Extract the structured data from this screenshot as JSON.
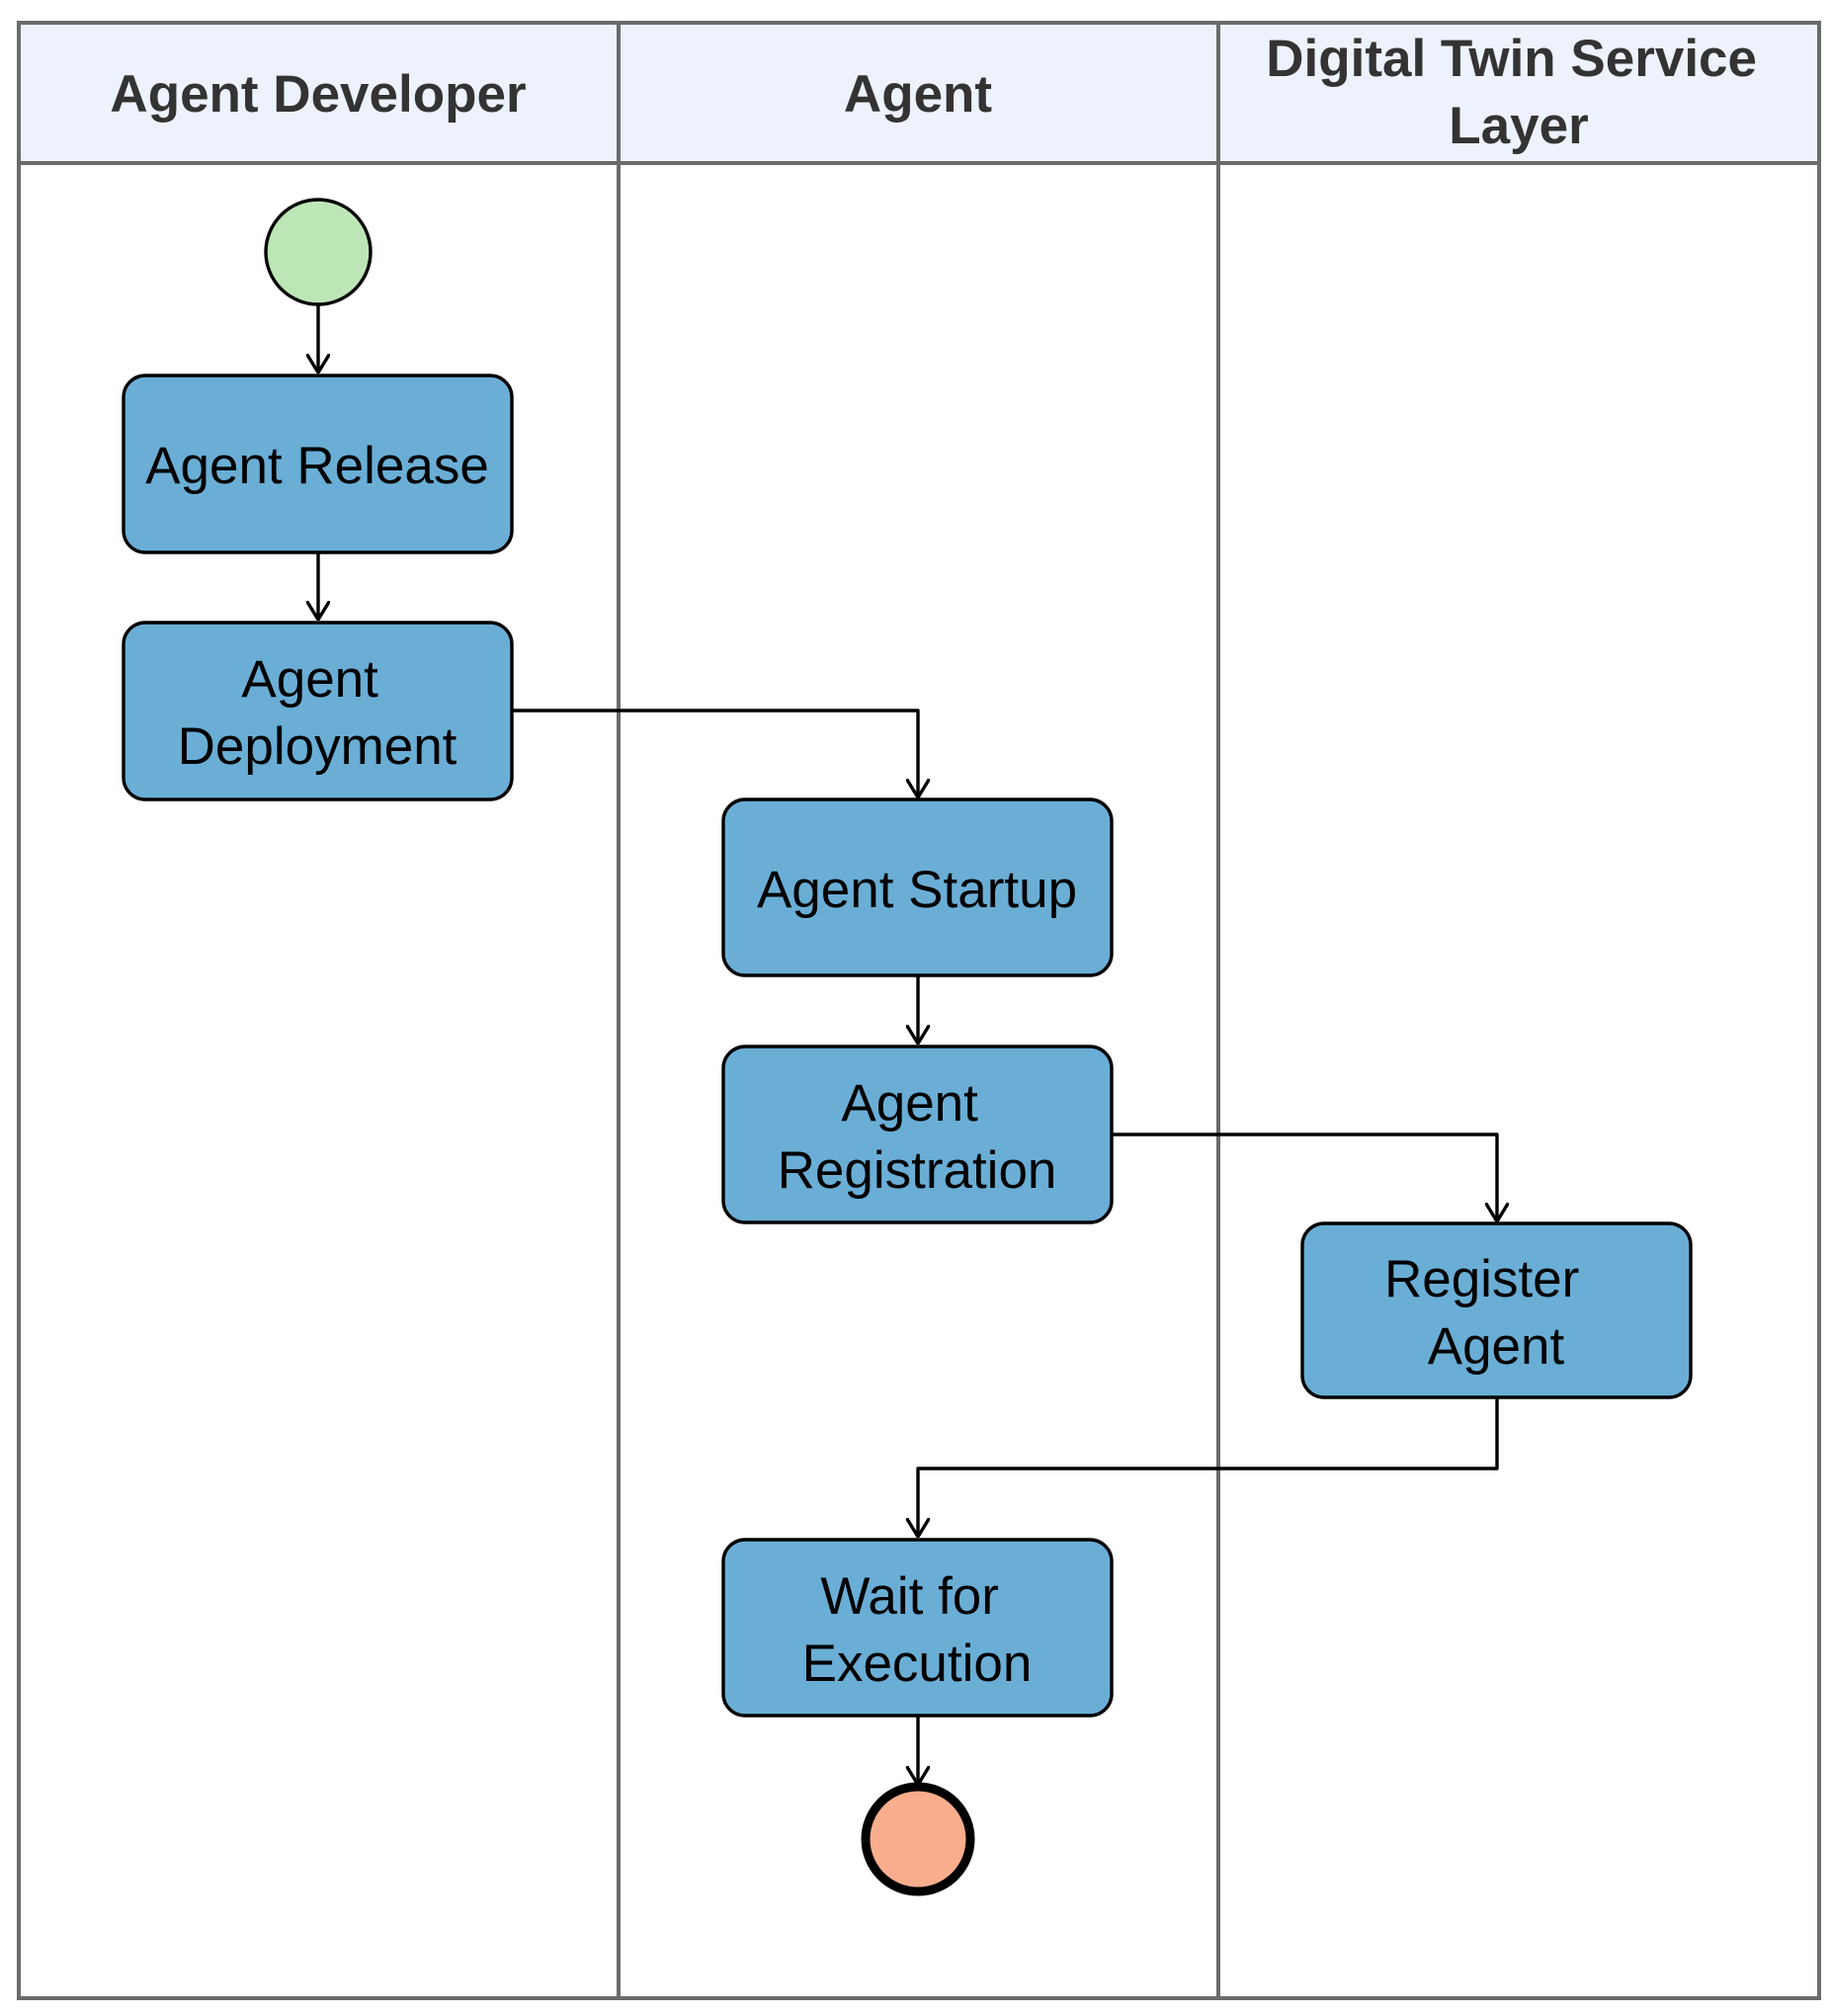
{
  "swimlanes": [
    {
      "title_lines": [
        "Agent Developer"
      ]
    },
    {
      "title_lines": [
        "Agent"
      ]
    },
    {
      "title_lines": [
        "Digital Twin Service",
        "Layer"
      ]
    }
  ],
  "nodes": {
    "agent_release": {
      "lines": [
        "Agent Release"
      ]
    },
    "agent_deployment": {
      "lines": [
        "Agent",
        "Deployment"
      ]
    },
    "agent_startup": {
      "lines": [
        "Agent Startup"
      ]
    },
    "agent_registration": {
      "lines": [
        "Agent",
        "Registration"
      ]
    },
    "register_agent": {
      "lines": [
        "Register",
        "Agent"
      ]
    },
    "wait_for_execution": {
      "lines": [
        "Wait for",
        "Execution"
      ]
    }
  },
  "colors": {
    "header_fill": "#edf2fd",
    "lane_border": "#6b6b6b",
    "activity_fill": "#6aaed6",
    "activity_stroke": "#000000",
    "start_fill": "#bde6b6",
    "end_fill": "#f9ad8d",
    "edge": "#000000"
  }
}
